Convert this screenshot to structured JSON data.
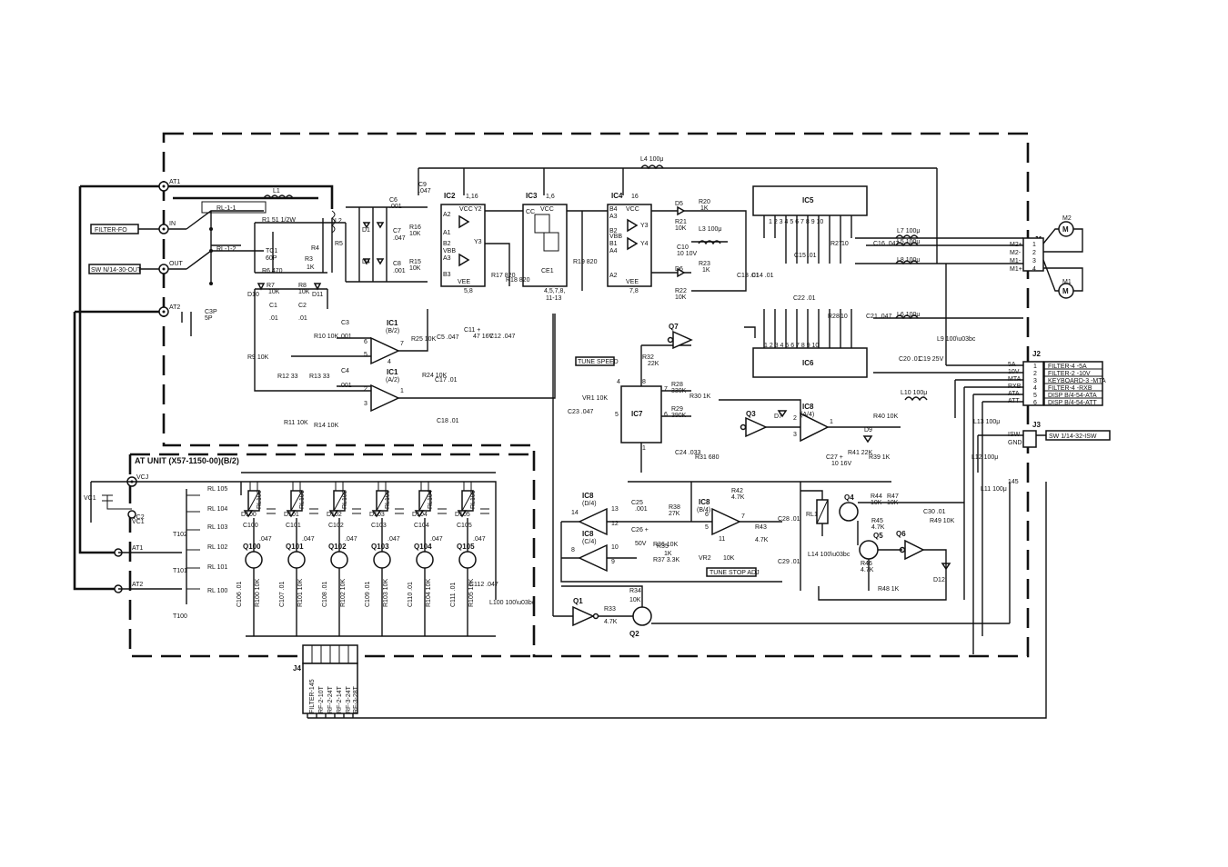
{
  "frame": {
    "title": "AT UNIT (X57-1150-00)(B/2)"
  },
  "left_terminals": {
    "at1": "AT1",
    "at2": "AT2",
    "in": "IN",
    "out": "OUT",
    "filter_fo": "FILTER-FO",
    "sw": "SW N/14-30-OUT"
  },
  "ics": {
    "ic1b": "IC1\n(B/2)",
    "ic1a": "IC1\n(A/2)",
    "ic2": "IC2",
    "ic3": "IC3",
    "ic4": "IC4",
    "ic5": "IC5",
    "ic6": "IC6",
    "ic7": "IC7",
    "ic8a": "IC8\n(A/4)",
    "ic8b": "IC8\n(B/4)",
    "ic8c": "IC8\n(C/4)",
    "ic8d": "IC8\n(D/4)"
  },
  "labels": {
    "tune_speed": "TUNE SPEED",
    "tune_stop_adj": "TUNE STOP ADJ",
    "rl11": "RL-1-1",
    "rl12": "RL-1-2",
    "l4": "L4 100μ",
    "l7": "L7 100μ",
    "l5": "L5 100μ",
    "l8": "L8 100μ",
    "l6": "L6 100μ",
    "l10": "L10 100μ",
    "l11": "L11 100μ",
    "l12": "L12 100μ",
    "l13": "L13 100μ",
    "l3": "L3 100μ",
    "l1": "L1",
    "n145": "145",
    "j1": "J1",
    "j2": "J2",
    "j3": "J3",
    "j4": "J4",
    "vcj": "VCJ",
    "vc1": "VC1",
    "vc2": "VC2"
  },
  "j1_pins": [
    "M2+",
    "M2-",
    "M1-",
    "M1+"
  ],
  "j2_pins": [
    "5A",
    "10V",
    "MTA",
    "RXB",
    "ATA",
    "ATT"
  ],
  "j2_dest": [
    "FILTER-4 -5A",
    "FILTER-2 -10V",
    "KEYBOARD-3 -MTA",
    "FILTER-4 -RXB",
    "DISP B/4-54-ATA",
    "DISP B/4-54-ATT"
  ],
  "j3_pins": [
    "ISW",
    "GND"
  ],
  "j3_dest": "SW 1/14-32-ISW",
  "j4_dest": [
    "FILTER-145",
    "RF-2-10T",
    "RF-2-24T",
    "RF-2-14T",
    "RF-3-24T",
    "RF-3-28T"
  ],
  "relay_cols": [
    {
      "rl": "RL100",
      "d": "D100",
      "c": "C100",
      "cv": ".047",
      "q": "Q100",
      "c2": "C106 .01",
      "r": "R100 10K"
    },
    {
      "rl": "RL101",
      "d": "D101",
      "c": "C101",
      "cv": ".047",
      "q": "Q101",
      "c2": "C107 .01",
      "r": "R101 10K"
    },
    {
      "rl": "RL102",
      "d": "D102",
      "c": "C102",
      "cv": ".047",
      "q": "Q102",
      "c2": "C108 .01",
      "r": "R102 10K"
    },
    {
      "rl": "RL103",
      "d": "D103",
      "c": "C103",
      "cv": ".047",
      "q": "Q103",
      "c2": "C109 .01",
      "r": "R103 10K"
    },
    {
      "rl": "RL104",
      "d": "D104",
      "c": "C104",
      "cv": ".047",
      "q": "Q104",
      "c2": "C110 .01",
      "r": "R104 10K"
    },
    {
      "rl": "RL105",
      "d": "D105",
      "c": "C105",
      "cv": ".047",
      "q": "Q105",
      "c2": "C111 .01",
      "r": "R105 10K"
    }
  ],
  "ladder": [
    "RL 105",
    "RL 104",
    "RL 103",
    "RL 102",
    "RL 101",
    "RL 100"
  ],
  "transistors": [
    "Q1",
    "Q2",
    "Q3",
    "Q4",
    "Q5",
    "Q6",
    "Q7"
  ]
}
